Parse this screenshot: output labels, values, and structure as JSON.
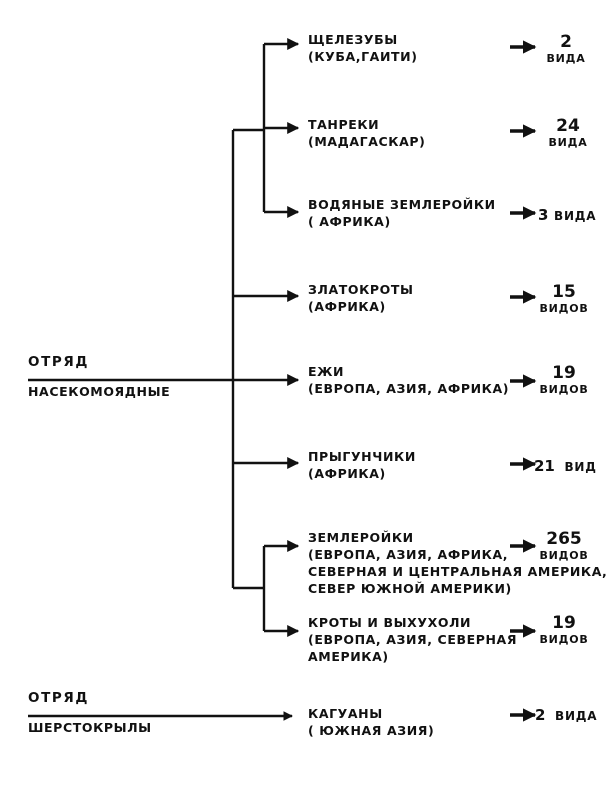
{
  "orders": [
    {
      "line1": "ОТРЯД",
      "line2": "НАСЕКОМОЯДНЫЕ"
    },
    {
      "line1": "ОТРЯД",
      "line2": "ШЕРСТОКРЫЛЫ"
    }
  ],
  "groups": [
    {
      "lines": [
        "ЩЕЛЕЗУБЫ",
        "(КУБА,ГАИТИ)"
      ],
      "count": "2",
      "unit": "ВИДА"
    },
    {
      "lines": [
        "ТАНРЕКИ",
        "(МАДАГАСКАР)"
      ],
      "count": "24",
      "unit": "ВИДА"
    },
    {
      "lines": [
        "ВОДЯНЫЕ ЗЕМЛЕРОЙКИ",
        "( АФРИКА)"
      ],
      "count": "3",
      "unit": "ВИДА"
    },
    {
      "lines": [
        "ЗЛАТОКРОТЫ",
        "(АФРИКА)"
      ],
      "count": "15",
      "unit": "ВИДОВ"
    },
    {
      "lines": [
        "ЕЖИ",
        "(ЕВРОПА, АЗИЯ, АФРИКА)"
      ],
      "count": "19",
      "unit": "ВИДОВ"
    },
    {
      "lines": [
        "ПРЫГУНЧИКИ",
        "(АФРИКА)"
      ],
      "count": "21",
      "unit": "ВИД"
    },
    {
      "lines": [
        "ЗЕМЛЕРОЙКИ",
        "(ЕВРОПА, АЗИЯ, АФРИКА,",
        "СЕВЕРНАЯ И ЦЕНТРАЛЬНАЯ АМЕРИКА,",
        "СЕВЕР ЮЖНОЙ АМЕРИКИ)"
      ],
      "count": "265",
      "unit": "ВИДОВ"
    },
    {
      "lines": [
        "КРОТЫ И ВЫХУХОЛИ",
        "(ЕВРОПА, АЗИЯ, СЕВЕРНАЯ",
        "АМЕРИКА)"
      ],
      "count": "19",
      "unit": "ВИДОВ"
    },
    {
      "lines": [
        "КАГУАНЫ",
        "( ЮЖНАЯ АЗИЯ)"
      ],
      "count": "2",
      "unit": "ВИДА"
    }
  ]
}
